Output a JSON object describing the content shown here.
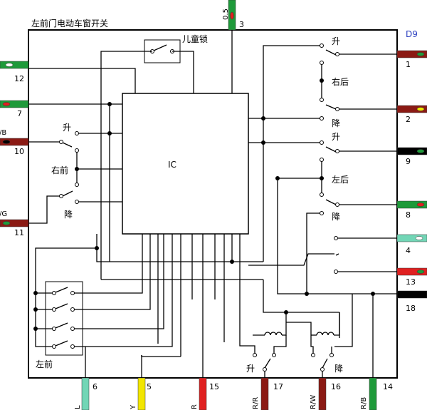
{
  "title": "左前门电动车窗开关",
  "connector_id": "D9",
  "ic_label": "IC",
  "child_lock_label": "儿童锁",
  "switches": {
    "front_left": "左前",
    "front_right": "右前",
    "rear_right": "右后",
    "rear_left": "左后",
    "up": "升",
    "down": "降"
  },
  "pins": {
    "p1": "1",
    "p2": "2",
    "p3": "3",
    "p4": "4",
    "p5": "5",
    "p6": "6",
    "p7": "7",
    "p8": "8",
    "p9": "9",
    "p10": "10",
    "p11": "11",
    "p12": "12",
    "p13": "13",
    "p14": "14",
    "p15": "15",
    "p16": "16",
    "p17": "17",
    "p18": "18"
  },
  "wire_labels": {
    "top": "0.5",
    "w10": "R/B",
    "w11": "R/G",
    "w6": "L",
    "w5": "Y",
    "w15": "R",
    "w17": "R/R",
    "w16": "R/W",
    "w14": "R/B"
  },
  "wire_colors": {
    "green": "#1e9a3a",
    "red": "#e02020",
    "dark_red": "#8b1a14",
    "yellow": "#f2e600",
    "aqua": "#72d6b6",
    "black": "#000000",
    "white": "#ffffff"
  }
}
